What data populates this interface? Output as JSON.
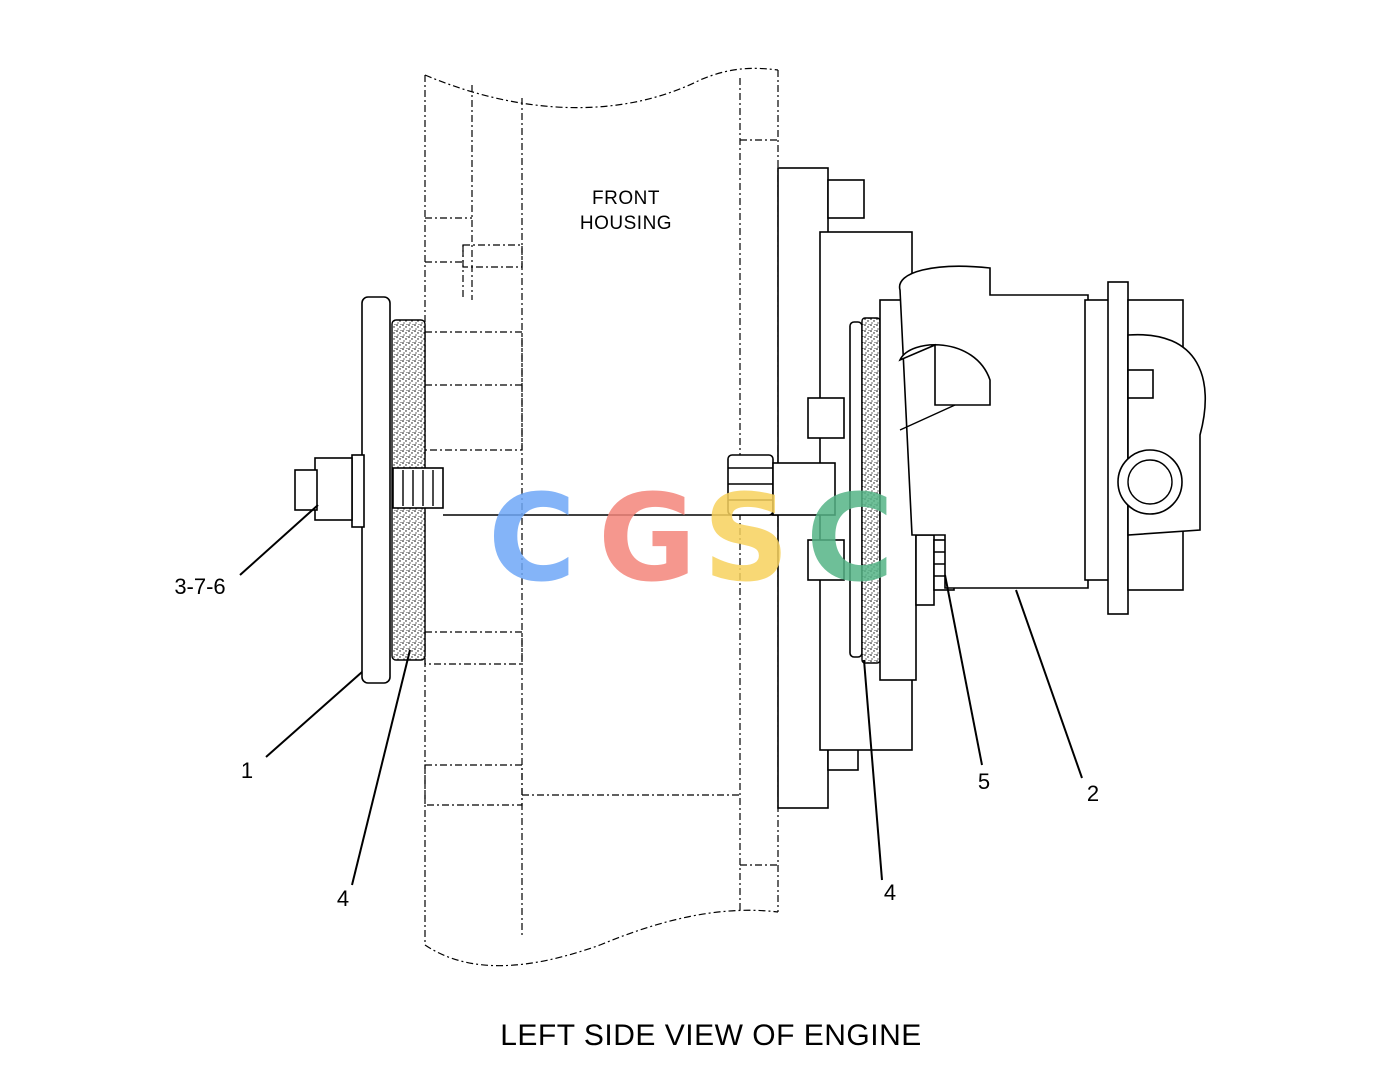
{
  "diagram": {
    "housing_label_line1": "FRONT",
    "housing_label_line2": "HOUSING",
    "caption": "LEFT SIDE VIEW OF ENGINE",
    "callouts": {
      "c376": "3-7-6",
      "c1": "1",
      "c4_left": "4",
      "c4_right": "4",
      "c5": "5",
      "c2": "2"
    }
  },
  "watermark": {
    "letters": [
      "C",
      "G",
      "S",
      "C"
    ],
    "colors": [
      "#6fa8f7",
      "#f4867b",
      "#f7d25e",
      "#55b487"
    ]
  }
}
